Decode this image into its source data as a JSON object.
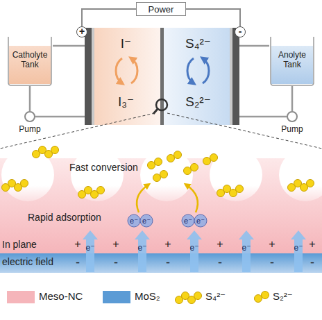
{
  "diagram": {
    "nodes": [
      {
        "text": [
          "Power"
        ]
      },
      {
        "text": [
          "Catholyte Tank"
        ]
      },
      {
        "text": [
          "Anolyte Tank"
        ]
      },
      {
        "text": [
          "Pump"
        ]
      },
      {
        "text": [
          "Pump"
        ]
      },
      {
        "text": [
          "I⁻",
          "I₃⁻"
        ]
      },
      {
        "text": [
          "S₄²⁻",
          "S₂²⁻"
        ]
      },
      {
        "text": [
          "+"
        ]
      },
      {
        "text": [
          "-"
        ]
      }
    ],
    "edges": [
      {
        "from": 0,
        "to": 7,
        "arrow": "none"
      },
      {
        "from": 0,
        "to": 8,
        "arrow": "none"
      },
      {
        "from": 1,
        "to": 3,
        "arrow": "none"
      },
      {
        "from": 3,
        "to": 5,
        "arrow": "none"
      },
      {
        "from": 5,
        "to": 1,
        "arrow": "none"
      },
      {
        "from": 2,
        "to": 4,
        "arrow": "none"
      },
      {
        "from": 4,
        "to": 6,
        "arrow": "none"
      },
      {
        "from": 6,
        "to": 2,
        "arrow": "none"
      }
    ],
    "labels": [
      "Fast conversion",
      "Rapid adsorption",
      "In plane electric field",
      "+",
      "+",
      "+",
      "+",
      "+",
      "+",
      "-",
      "-",
      "-",
      "-",
      "-",
      "-",
      "e⁻",
      "e⁻",
      "e⁻",
      "e⁻",
      "e⁻",
      "e⁻",
      "e⁻",
      "e⁻",
      "e⁻"
    ],
    "legend": [
      {
        "text": "Meso-NC",
        "color": "#f5b5ba"
      },
      {
        "text": "MoS₂",
        "color": "#5b9bd5"
      },
      {
        "text": "S₄²⁻"
      },
      {
        "text": "S₂²⁻"
      }
    ]
  }
}
